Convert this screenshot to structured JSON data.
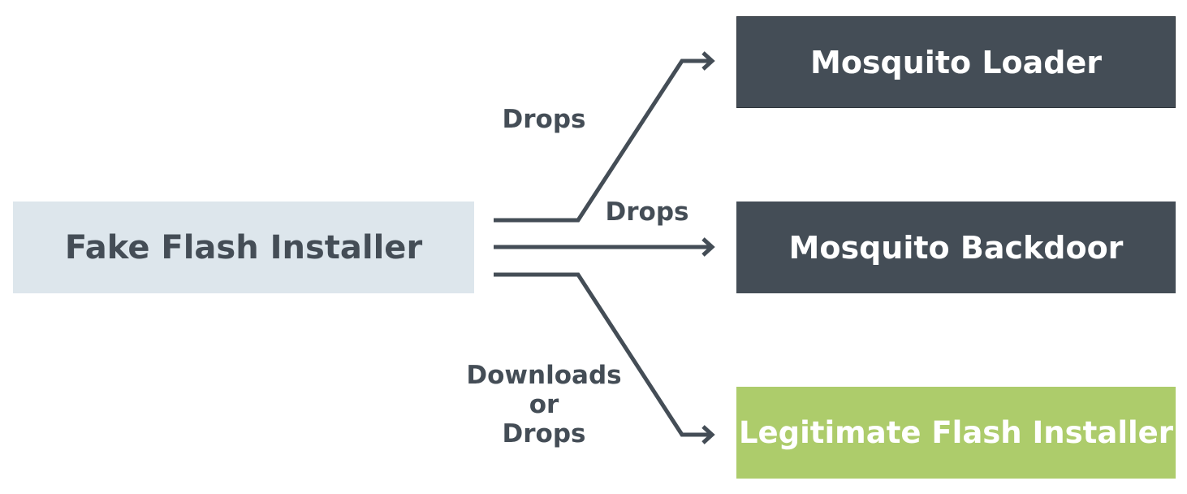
{
  "diagram": {
    "source": {
      "label": "Fake Flash Installer"
    },
    "targets": [
      {
        "label": "Mosquito Loader"
      },
      {
        "label": "Mosquito Backdoor"
      },
      {
        "label": "Legitimate Flash Installer"
      }
    ],
    "edges": [
      {
        "label": "Drops"
      },
      {
        "label": "Drops"
      },
      {
        "label_lines": [
          "Downloads",
          "or",
          "Drops"
        ]
      }
    ]
  },
  "colors": {
    "source_fill": "#dde6ec",
    "dark_fill": "#444d56",
    "green_fill": "#adcc6b",
    "arrow": "#444d56"
  }
}
